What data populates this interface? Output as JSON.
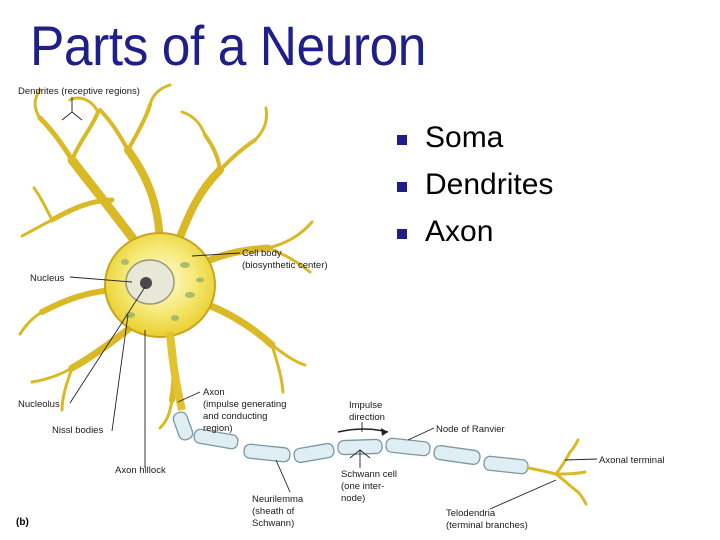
{
  "slide": {
    "title": "Parts of a Neuron",
    "bullets": [
      "Soma",
      "Dendrites",
      "Axon"
    ]
  },
  "figure": {
    "panel_label": "(b)",
    "labels": {
      "dendrites": "Dendrites (receptive regions)",
      "cell_body_1": "Cell body",
      "cell_body_2": "(biosynthetic center)",
      "nucleus": "Nucleus",
      "nucleolus": "Nucleolus",
      "nissl": "Nissl bodies",
      "axon_hillock": "Axon hillock",
      "axon_1": "Axon",
      "axon_2": "(impulse generating",
      "axon_3": "and conducting",
      "axon_4": "region)",
      "impulse_1": "Impulse",
      "impulse_2": "direction",
      "node": "Node of Ranvier",
      "schwann_1": "Schwann cell",
      "schwann_2": "(one inter-",
      "schwann_3": "node)",
      "neurilemma_1": "Neurilemma",
      "neurilemma_2": "(sheath of",
      "neurilemma_3": "Schwann)",
      "axonal_terminal": "Axonal terminal",
      "telodendria_1": "Telodendria",
      "telodendria_2": "(terminal branches)"
    }
  },
  "colors": {
    "title": "#1f1f8a",
    "bullet_marker": "#1f1f8a",
    "neuron_fill": "#f3e24a",
    "neuron_stroke": "#b89a1c",
    "soma_glow": "#fdf7c0",
    "sheath_fill": "#dfeef3",
    "sheath_stroke": "#7a98a4"
  }
}
